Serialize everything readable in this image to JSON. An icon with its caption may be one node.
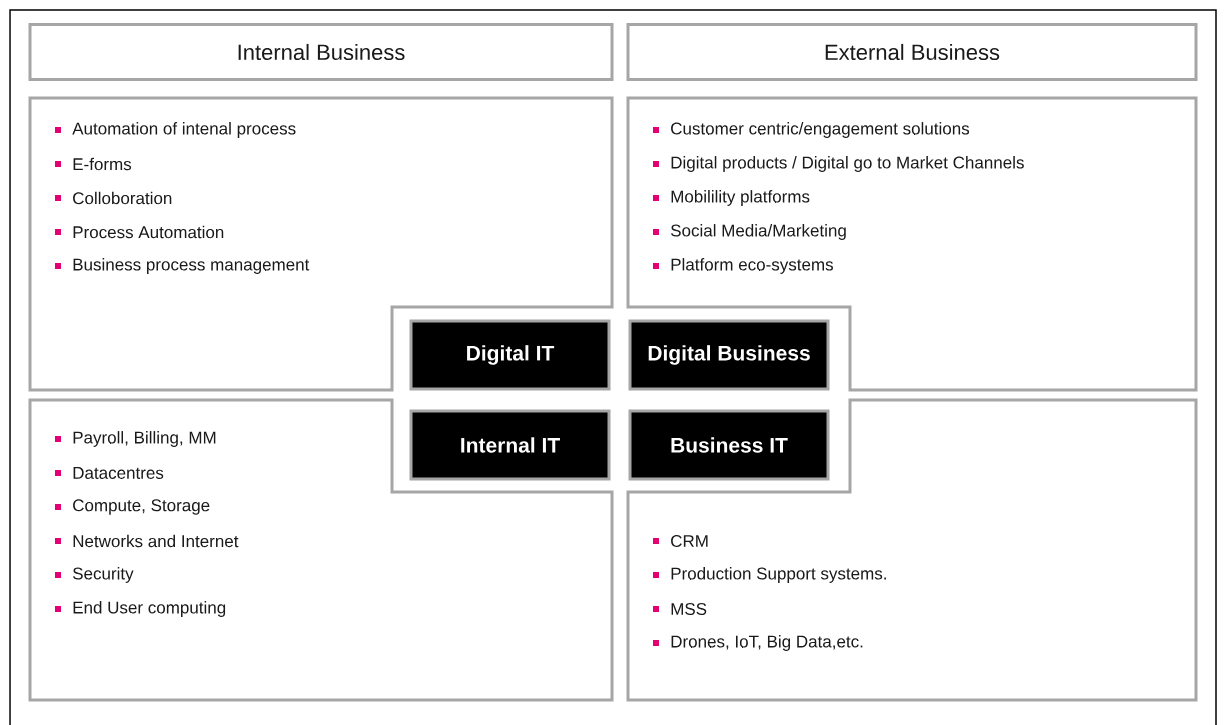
{
  "diagram": {
    "nodes": [
      {
        "text": [
          "Internal Business"
        ]
      },
      {
        "text": [
          "External Business"
        ]
      },
      {
        "text": [
          "Automation of intenal process",
          "E-forms",
          "Colloboration",
          "Process Automation",
          "Business process management"
        ]
      },
      {
        "text": [
          "Customer centric/engagement solutions",
          "Digital products / Digital go to Market Channels",
          "Mobilility platforms",
          "Social Media/Marketing",
          "Platform eco-systems"
        ]
      },
      {
        "text": [
          "Payroll, Billing, MM",
          "Datacentres",
          "Compute, Storage",
          "Networks and Internet",
          "Security",
          "End User computing"
        ]
      },
      {
        "text": [
          "CRM",
          "Production Support systems.",
          "MSS",
          "Drones, IoT, Big Data,etc."
        ]
      },
      {
        "text": [
          "Digital IT"
        ]
      },
      {
        "text": [
          "Digital Business"
        ]
      },
      {
        "text": [
          "Internal IT"
        ]
      },
      {
        "text": [
          "Business IT"
        ]
      }
    ]
  }
}
